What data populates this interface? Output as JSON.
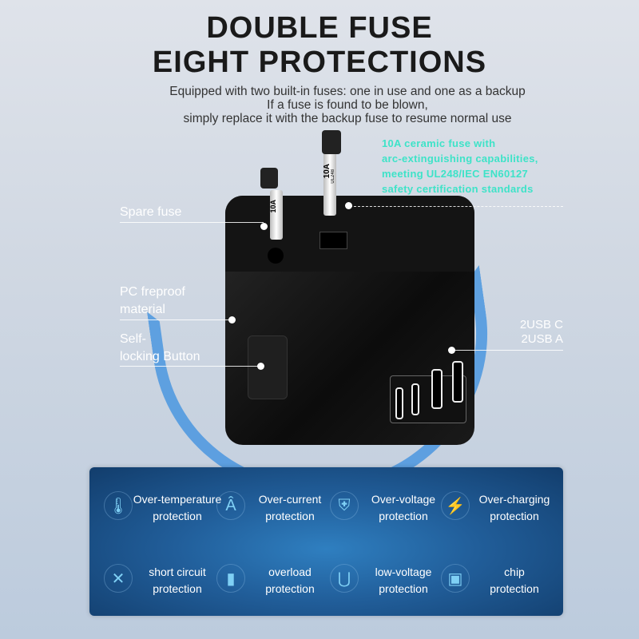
{
  "header": {
    "title_line1": "DOUBLE FUSE",
    "title_line2": "EIGHT PROTECTIONS",
    "subtitle": [
      "Equipped with two built-in fuses: one in use and one as a backup",
      "If a fuse is found to be blown,",
      "simply replace it with the backup fuse to resume normal use"
    ]
  },
  "callouts": {
    "fuse_spec": [
      "10A ceramic fuse with",
      "arc-extinguishing capabilities,",
      "meeting UL248/IEC EN60127",
      "safety certification standards"
    ],
    "spare_fuse": "Spare fuse",
    "material": [
      "PC freproof",
      "material"
    ],
    "button": [
      "Self-",
      "locking Button"
    ],
    "usb": [
      "2USB C",
      "2USB A"
    ]
  },
  "product": {
    "fuse_label": "10A",
    "fuse_marking": "UL248"
  },
  "protections": [
    {
      "icon": "thermometer-icon",
      "glyph": "🌡",
      "label": [
        "Over-temperature",
        "protection"
      ]
    },
    {
      "icon": "ampere-icon",
      "glyph": "Â",
      "label": [
        "Over-current",
        "protection"
      ]
    },
    {
      "icon": "shield-bolt-icon",
      "glyph": "⛨",
      "label": [
        "Over-voltage",
        "protection"
      ]
    },
    {
      "icon": "lightning-icon",
      "glyph": "⚡",
      "label": [
        "Over-charging",
        "protection"
      ]
    },
    {
      "icon": "x-icon",
      "glyph": "✕",
      "label": [
        "short circuit",
        "protection"
      ]
    },
    {
      "icon": "battery-icon",
      "glyph": "▮",
      "label": [
        "overload",
        "protection"
      ]
    },
    {
      "icon": "magnet-x-icon",
      "glyph": "⋃",
      "label": [
        "low-voltage",
        "protection"
      ]
    },
    {
      "icon": "chip-icon",
      "glyph": "▣",
      "label": [
        "chip",
        "protection"
      ]
    }
  ],
  "colors": {
    "accent_green": "#3ee3c8",
    "panel_blue": "#215e9a",
    "icon_blue": "#7fd0f5"
  }
}
